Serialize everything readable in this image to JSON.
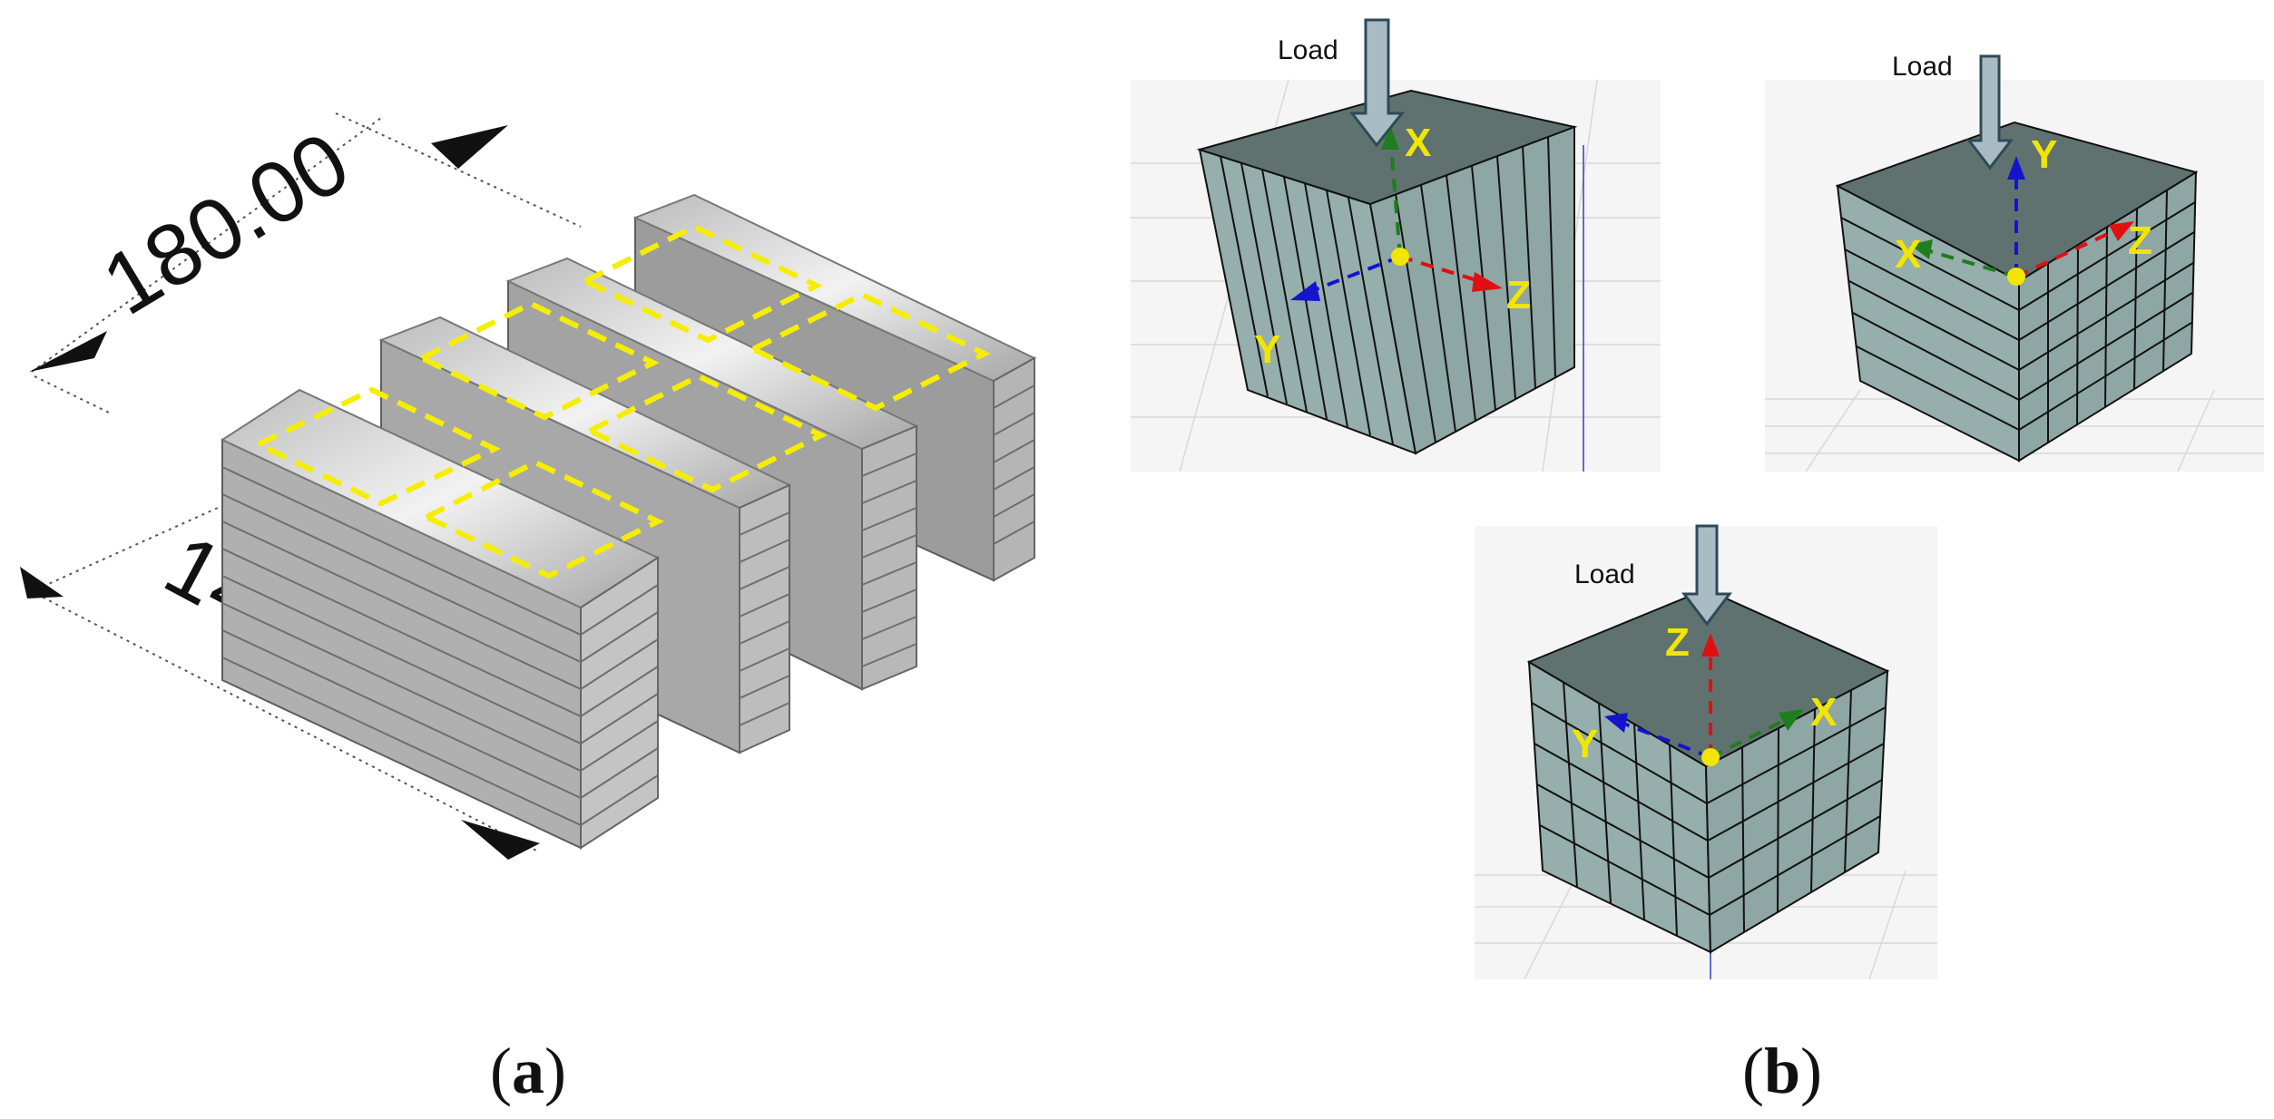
{
  "panel_a": {
    "dimension_length": "180.00",
    "dimension_width": "140.00",
    "caption_open": "(",
    "caption_letter": "a",
    "caption_close": ")"
  },
  "panel_b": {
    "views": [
      {
        "load_label": "Load",
        "axis_top": "X",
        "axis_right": "Z",
        "axis_left": "Y"
      },
      {
        "load_label": "Load",
        "axis_top": "Y",
        "axis_right": "Z",
        "axis_left": "X"
      },
      {
        "load_label": "Load",
        "axis_top": "Z",
        "axis_right": "X",
        "axis_left": "Y"
      }
    ],
    "caption_open": "(",
    "caption_letter": "b",
    "caption_close": ")"
  },
  "colors": {
    "cube_top": "#5f7270",
    "cube_face": "#96aeac",
    "cube_face_dark": "#849c9a",
    "axis_x_green": "#1e7d1e",
    "axis_y_blue": "#1414cc",
    "axis_z_red": "#e01010",
    "label_yellow": "#f2e600",
    "dashed_yellow": "#f5ee00",
    "arrow_fill": "#a9bcc4",
    "arrow_stroke": "#2e4a58",
    "viewport_bg": "#f5f5f5"
  }
}
